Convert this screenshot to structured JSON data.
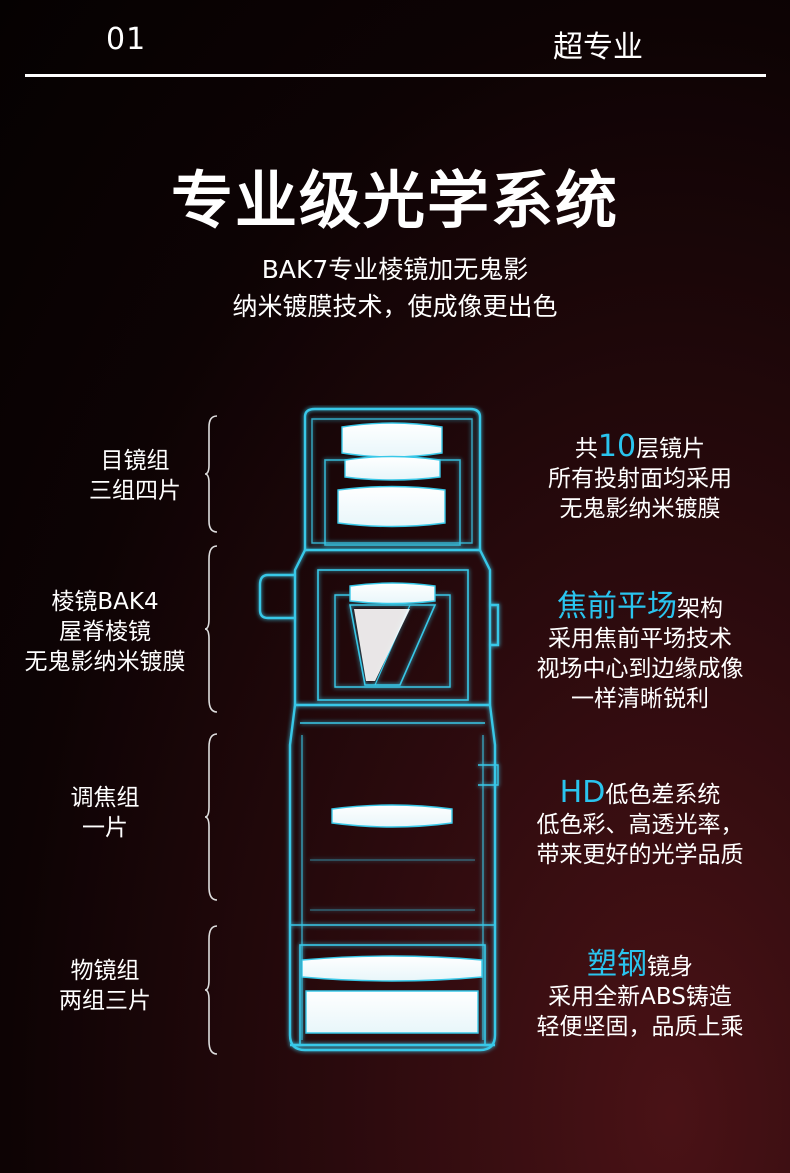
{
  "header": {
    "number": "01",
    "title": "超专业"
  },
  "main": {
    "title": "专业级光学系统",
    "subtitle_line1": "BAK7专业棱镜加无鬼影",
    "subtitle_line2": "纳米镀膜技术，使成像更出色"
  },
  "left_labels": [
    {
      "line1": "目镜组",
      "line2": "三组四片"
    },
    {
      "line1": "棱镜BAK4",
      "line2": "屋脊棱镜",
      "line3": "无鬼影纳米镀膜"
    },
    {
      "line1": "调焦组",
      "line2": "一片"
    },
    {
      "line1": "物镜组",
      "line2": "两组三片"
    }
  ],
  "right_features": [
    {
      "prefix": "共",
      "highlight": "10",
      "suffix": "层镜片",
      "line2": "所有投射面均采用",
      "line3": "无鬼影纳米镀膜"
    },
    {
      "highlight": "焦前平场",
      "suffix": "架构",
      "line2": "采用焦前平场技术",
      "line3": "视场中心到边缘成像",
      "line4": "一样清晰锐利"
    },
    {
      "highlight": "HD",
      "suffix": "低色差系统",
      "line2": "低色彩、高透光率，",
      "line3": "带来更好的光学品质"
    },
    {
      "highlight": "塑钢",
      "suffix": "镜身",
      "line2": "采用全新ABS铸造",
      "line3": "轻便坚固，品质上乘"
    }
  ],
  "colors": {
    "accent": "#2ac4ee",
    "scope_glow": "#38c8e8",
    "background": "#0d0304"
  }
}
